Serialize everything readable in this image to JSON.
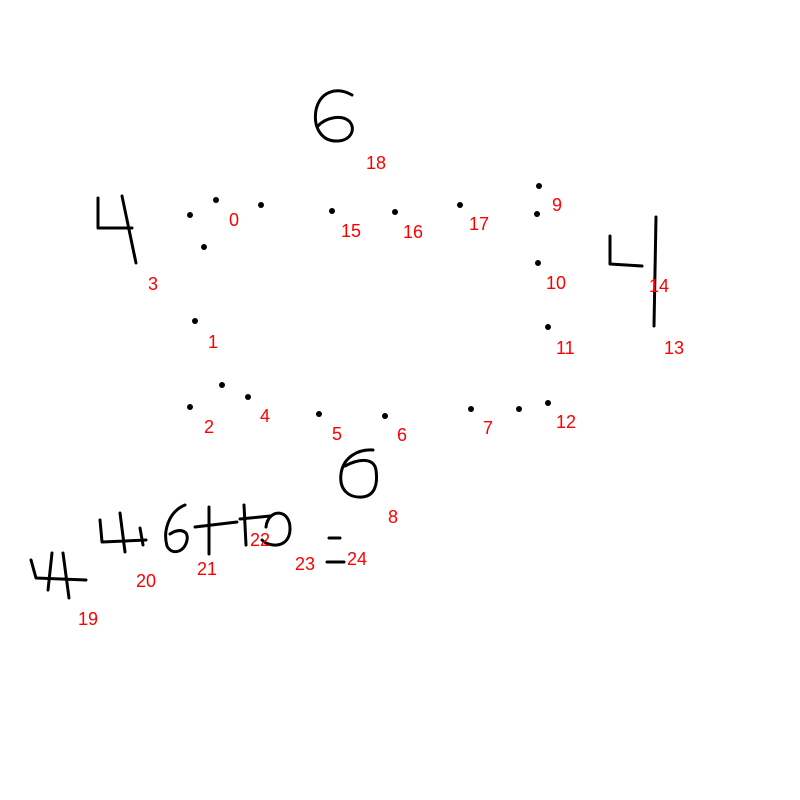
{
  "colors": {
    "background": "#ffffff",
    "dot": "#000000",
    "label": "#ff0000",
    "stroke": "#000000"
  },
  "labels": [
    "0",
    "1",
    "2",
    "3",
    "4",
    "5",
    "6",
    "7",
    "8",
    "9",
    "10",
    "11",
    "12",
    "13",
    "14",
    "15",
    "16",
    "17",
    "18",
    "19",
    "20",
    "21",
    "22",
    "23",
    "24"
  ],
  "strokes": [
    "digit-6-top",
    "digit-4-left",
    "digit-4-right",
    "digit-6-bottom",
    "handwritten-44676",
    "short-dash"
  ]
}
